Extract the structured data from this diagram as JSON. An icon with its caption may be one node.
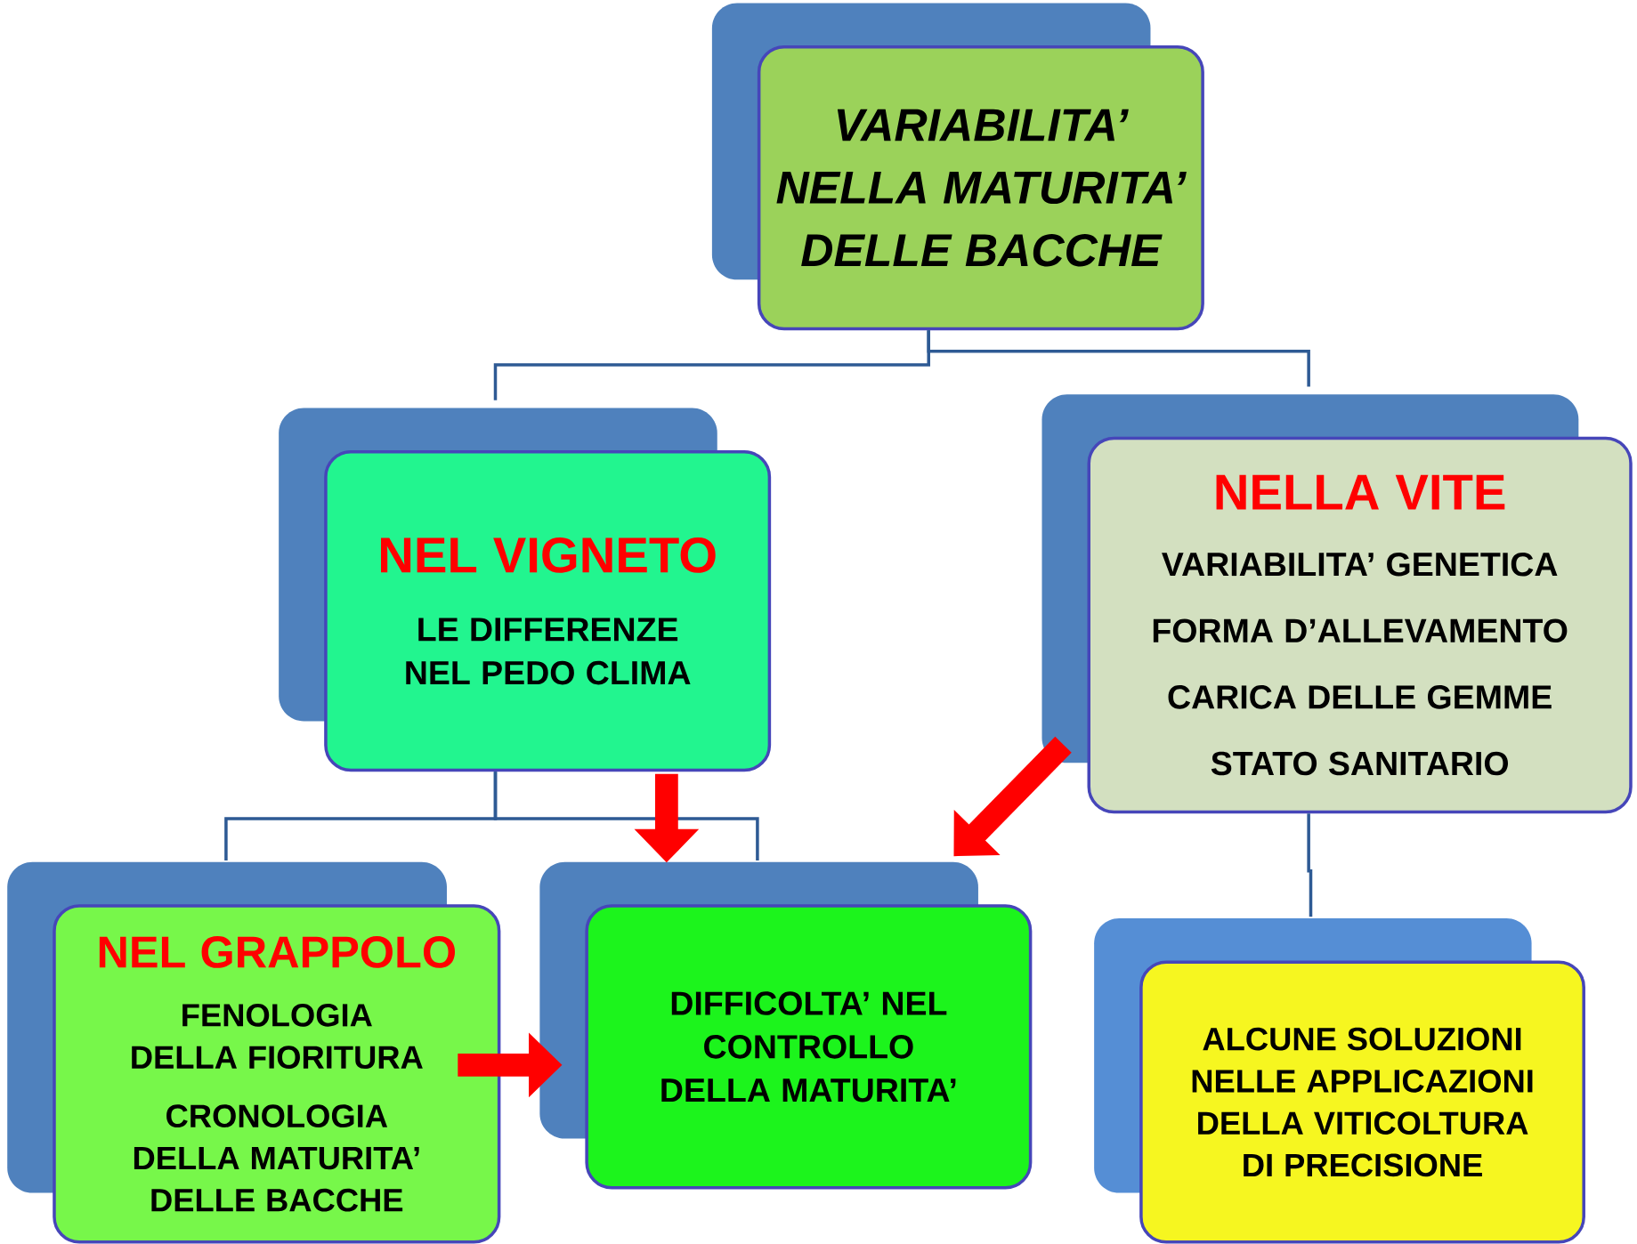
{
  "diagram": {
    "nodes": [
      {
        "text": [
          "VARIABILITA’ NELLA MATURITA’ DELLE BACCHE"
        ]
      },
      {
        "text": [
          "NEL VIGNETO",
          "LE DIFFERENZE NEL PEDO CLIMA"
        ]
      },
      {
        "text": [
          "NELLA VITE",
          "VARIABILITA’ GENETICA",
          "FORMA D’ALLEVAMENTO",
          "CARICA DELLE GEMME",
          "STATO SANITARIO"
        ]
      },
      {
        "text": [
          "NEL GRAPPOLO",
          "FENOLOGIA DELLA FIORITURA",
          "CRONOLOGIA DELLA MATURITA’ DELLE BACCHE"
        ]
      },
      {
        "text": [
          "DIFFICOLTA’ NEL CONTROLLO DELLA MATURITA’"
        ]
      },
      {
        "text": [
          "ALCUNE SOLUZIONI NELLE APPLICAZIONI DELLA VITICOLTURA DI PRECISIONE"
        ]
      }
    ],
    "edges": [
      {
        "from": 0,
        "to": 1,
        "arrow": "none"
      },
      {
        "from": 0,
        "to": 2,
        "arrow": "none"
      },
      {
        "from": 1,
        "to": 3,
        "arrow": "none"
      },
      {
        "from": 1,
        "to": 4,
        "arrow": "none"
      },
      {
        "from": 2,
        "to": 5,
        "arrow": "none"
      },
      {
        "from": 1,
        "to": 4,
        "arrow": "to",
        "style": "thick",
        "color": "#ff0000"
      },
      {
        "from": 2,
        "to": 4,
        "arrow": "to",
        "style": "thick",
        "color": "#ff0000"
      },
      {
        "from": 3,
        "to": 4,
        "arrow": "to",
        "style": "thick",
        "color": "#ff0000"
      }
    ]
  }
}
